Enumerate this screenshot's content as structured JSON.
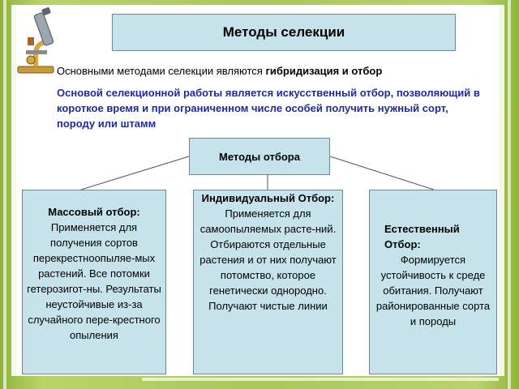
{
  "title": "Методы селекции",
  "intro": {
    "prefix": "Основными методами селекции  являются ",
    "bold": "гибридизация и отбор"
  },
  "basis_text": "Основой селекционной работы является искусственный отбор, позволяющий в короткое время и при ограниченном числе особей получить нужный сорт, породу или штамм",
  "methods_label": "Методы отбора",
  "cards": [
    {
      "heading": "Массовый отбор:",
      "body": "Применяется для получения сортов перекрестноопыляе-мых растений. Все потомки гетерозигот-ны. Результаты неустойчивые из-за случайного пере-крестного опыления"
    },
    {
      "heading": "Индивидуальный Отбор:",
      "body": "Применяется для самоопыляемых расте-ний. Отбираются отдельные растения и от них получают потомство, которое генетически однородно. Получают чистые линии"
    },
    {
      "heading": "Естественный Отбор:",
      "body": "Формируется устойчивость к среде обитания. Получают районированные сорта и породы"
    }
  ],
  "colors": {
    "box_fill": "#c6e2ea",
    "basis_text": "#1f2a9a",
    "background_green": "#a8c85a"
  },
  "icons": [
    "microscope-icon"
  ]
}
